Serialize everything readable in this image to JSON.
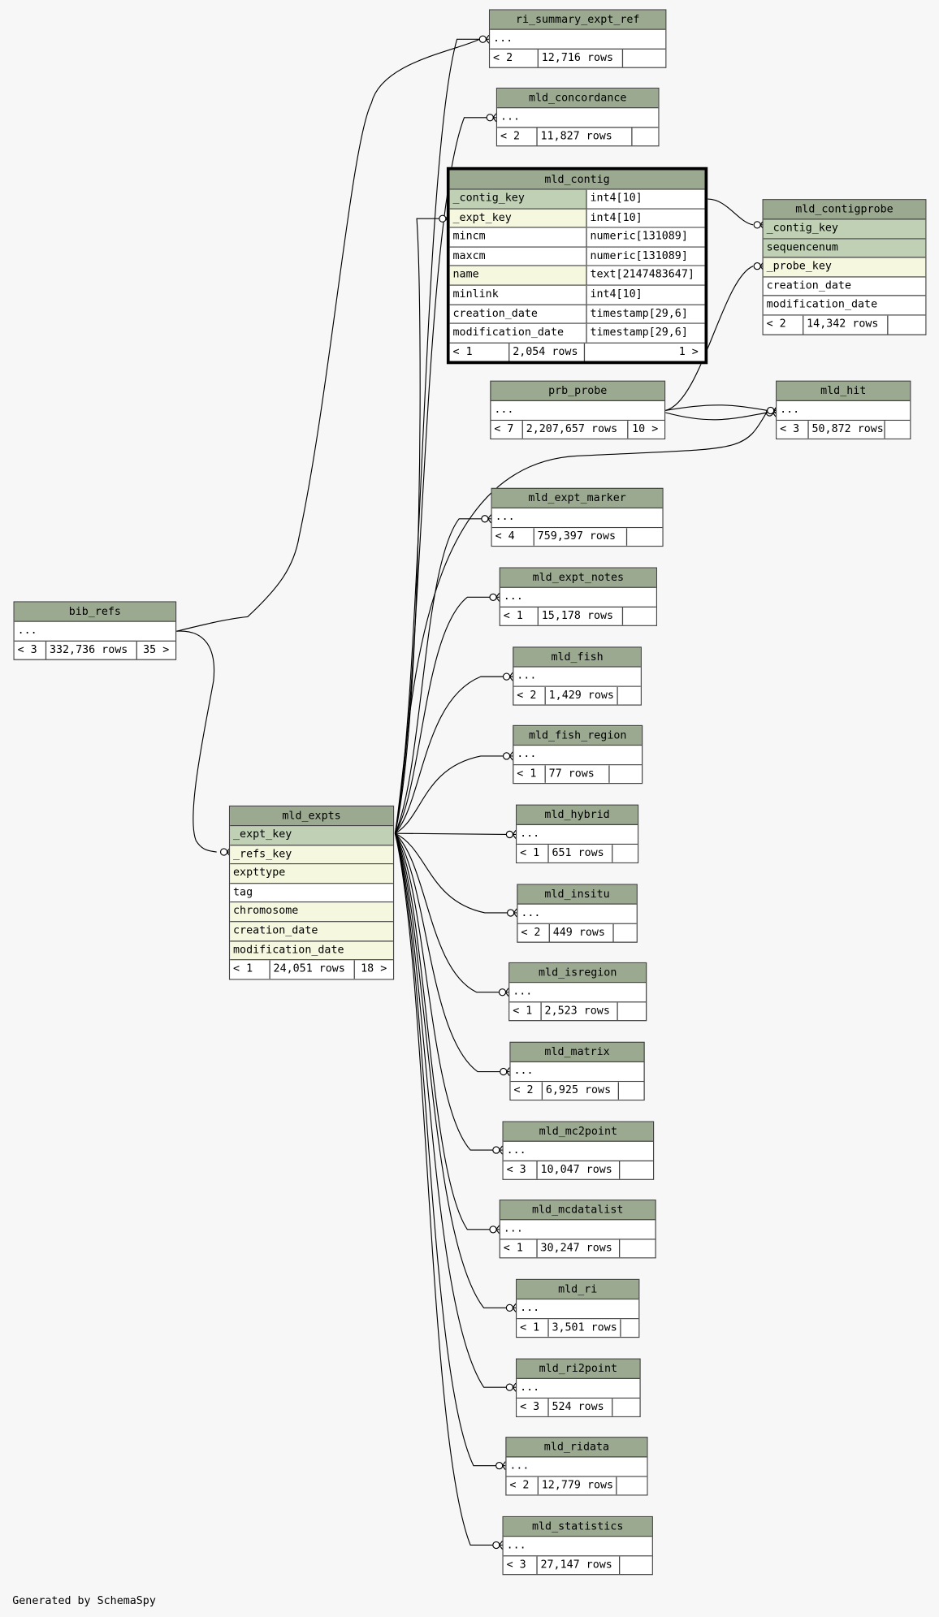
{
  "footer": "Generated by SchemaSpy",
  "tables": [
    {
      "id": "ri_summary_expt_ref",
      "name": "ri_summary_expt_ref",
      "rows_label": "12,716 rows",
      "footer": [
        "< 2",
        "12,716 rows",
        ""
      ],
      "columns": [
        {
          "name": "...",
          "kind": "plain"
        }
      ]
    },
    {
      "id": "mld_concordance",
      "name": "mld_concordance",
      "footer": [
        "< 2",
        "11,827 rows",
        ""
      ],
      "columns": [
        {
          "name": "...",
          "kind": "plain"
        }
      ]
    },
    {
      "id": "mld_contig",
      "name": "mld_contig",
      "focus": true,
      "footer": [
        "< 1",
        "2,054 rows",
        "1 >"
      ],
      "columns": [
        {
          "name": "_contig_key",
          "type": "int4[10]",
          "kind": "pk"
        },
        {
          "name": "_expt_key",
          "type": "int4[10]",
          "kind": "fk"
        },
        {
          "name": "mincm",
          "type": "numeric[131089]",
          "kind": "plain"
        },
        {
          "name": "maxcm",
          "type": "numeric[131089]",
          "kind": "plain"
        },
        {
          "name": "name",
          "type": "text[2147483647]",
          "kind": "fk"
        },
        {
          "name": "minlink",
          "type": "int4[10]",
          "kind": "plain"
        },
        {
          "name": "creation_date",
          "type": "timestamp[29,6]",
          "kind": "plain"
        },
        {
          "name": "modification_date",
          "type": "timestamp[29,6]",
          "kind": "plain"
        }
      ]
    },
    {
      "id": "mld_contigprobe",
      "name": "mld_contigprobe",
      "footer": [
        "< 2",
        "14,342 rows",
        ""
      ],
      "columns": [
        {
          "name": "_contig_key",
          "kind": "pk"
        },
        {
          "name": "sequencenum",
          "kind": "pk"
        },
        {
          "name": "_probe_key",
          "kind": "fk"
        },
        {
          "name": "creation_date",
          "kind": "plain"
        },
        {
          "name": "modification_date",
          "kind": "plain"
        }
      ]
    },
    {
      "id": "prb_probe",
      "name": "prb_probe",
      "footer": [
        "< 7",
        "2,207,657 rows",
        "10 >"
      ],
      "columns": [
        {
          "name": "...",
          "kind": "plain"
        }
      ]
    },
    {
      "id": "mld_hit",
      "name": "mld_hit",
      "footer": [
        "< 3",
        "50,872 rows",
        ""
      ],
      "columns": [
        {
          "name": "...",
          "kind": "plain"
        }
      ]
    },
    {
      "id": "mld_expt_marker",
      "name": "mld_expt_marker",
      "footer": [
        "< 4",
        "759,397 rows",
        ""
      ],
      "columns": [
        {
          "name": "...",
          "kind": "plain"
        }
      ]
    },
    {
      "id": "mld_expt_notes",
      "name": "mld_expt_notes",
      "footer": [
        "< 1",
        "15,178 rows",
        ""
      ],
      "columns": [
        {
          "name": "...",
          "kind": "plain"
        }
      ]
    },
    {
      "id": "mld_fish",
      "name": "mld_fish",
      "footer": [
        "< 2",
        "1,429 rows",
        ""
      ],
      "columns": [
        {
          "name": "...",
          "kind": "plain"
        }
      ]
    },
    {
      "id": "mld_fish_region",
      "name": "mld_fish_region",
      "footer": [
        "< 1",
        "77 rows",
        ""
      ],
      "columns": [
        {
          "name": "...",
          "kind": "plain"
        }
      ]
    },
    {
      "id": "mld_hybrid",
      "name": "mld_hybrid",
      "footer": [
        "< 1",
        "651 rows",
        ""
      ],
      "columns": [
        {
          "name": "...",
          "kind": "plain"
        }
      ]
    },
    {
      "id": "mld_insitu",
      "name": "mld_insitu",
      "footer": [
        "< 2",
        "449 rows",
        ""
      ],
      "columns": [
        {
          "name": "...",
          "kind": "plain"
        }
      ]
    },
    {
      "id": "mld_isregion",
      "name": "mld_isregion",
      "footer": [
        "< 1",
        "2,523 rows",
        ""
      ],
      "columns": [
        {
          "name": "...",
          "kind": "plain"
        }
      ]
    },
    {
      "id": "mld_matrix",
      "name": "mld_matrix",
      "footer": [
        "< 2",
        "6,925 rows",
        ""
      ],
      "columns": [
        {
          "name": "...",
          "kind": "plain"
        }
      ]
    },
    {
      "id": "mld_mc2point",
      "name": "mld_mc2point",
      "footer": [
        "< 3",
        "10,047 rows",
        ""
      ],
      "columns": [
        {
          "name": "...",
          "kind": "plain"
        }
      ]
    },
    {
      "id": "mld_mcdatalist",
      "name": "mld_mcdatalist",
      "footer": [
        "< 1",
        "30,247 rows",
        ""
      ],
      "columns": [
        {
          "name": "...",
          "kind": "plain"
        }
      ]
    },
    {
      "id": "mld_ri",
      "name": "mld_ri",
      "footer": [
        "< 1",
        "3,501 rows",
        ""
      ],
      "columns": [
        {
          "name": "...",
          "kind": "plain"
        }
      ]
    },
    {
      "id": "mld_ri2point",
      "name": "mld_ri2point",
      "footer": [
        "< 3",
        "524 rows",
        ""
      ],
      "columns": [
        {
          "name": "...",
          "kind": "plain"
        }
      ]
    },
    {
      "id": "mld_ridata",
      "name": "mld_ridata",
      "footer": [
        "< 2",
        "12,779 rows",
        ""
      ],
      "columns": [
        {
          "name": "...",
          "kind": "plain"
        }
      ]
    },
    {
      "id": "mld_statistics",
      "name": "mld_statistics",
      "footer": [
        "< 3",
        "27,147 rows",
        ""
      ],
      "columns": [
        {
          "name": "...",
          "kind": "plain"
        }
      ]
    },
    {
      "id": "bib_refs",
      "name": "bib_refs",
      "footer": [
        "< 3",
        "332,736 rows",
        "35 >"
      ],
      "columns": [
        {
          "name": "...",
          "kind": "plain"
        }
      ]
    },
    {
      "id": "mld_expts",
      "name": "mld_expts",
      "footer": [
        "< 1",
        "24,051 rows",
        "18 >"
      ],
      "columns": [
        {
          "name": "_expt_key",
          "kind": "pk"
        },
        {
          "name": "_refs_key",
          "kind": "fk"
        },
        {
          "name": "expttype",
          "kind": "fk"
        },
        {
          "name": "tag",
          "kind": "plain"
        },
        {
          "name": "chromosome",
          "kind": "fk"
        },
        {
          "name": "creation_date",
          "kind": "fk"
        },
        {
          "name": "modification_date",
          "kind": "fk"
        }
      ]
    }
  ]
}
